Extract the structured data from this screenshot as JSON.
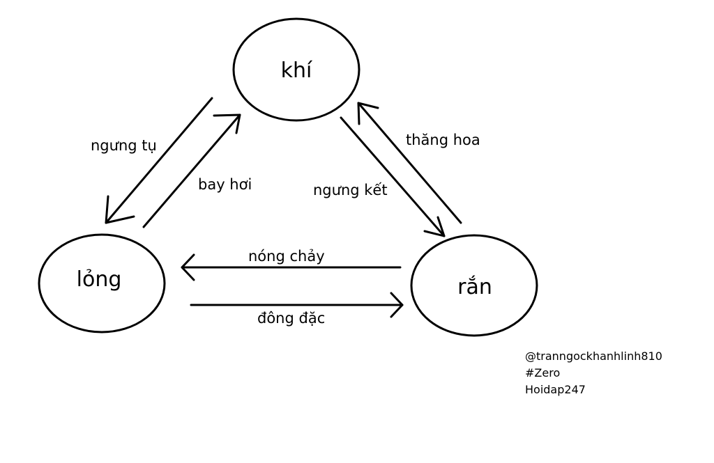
{
  "nodes": {
    "gas": "khí",
    "liquid": "lỏng",
    "solid": "rắn"
  },
  "edges": {
    "condensation": "ngưng tụ",
    "evaporation": "bay hơi",
    "sublimation": "thăng hoa",
    "deposition": "ngưng kết",
    "melting": "nóng chảy",
    "freezing": "đông đặc"
  },
  "signature": {
    "handle": "@tranngockhanhlinh810",
    "tag": "#Zero",
    "site": "Hoidap247"
  },
  "colors": {
    "stroke": "#000000",
    "background": "#ffffff"
  }
}
